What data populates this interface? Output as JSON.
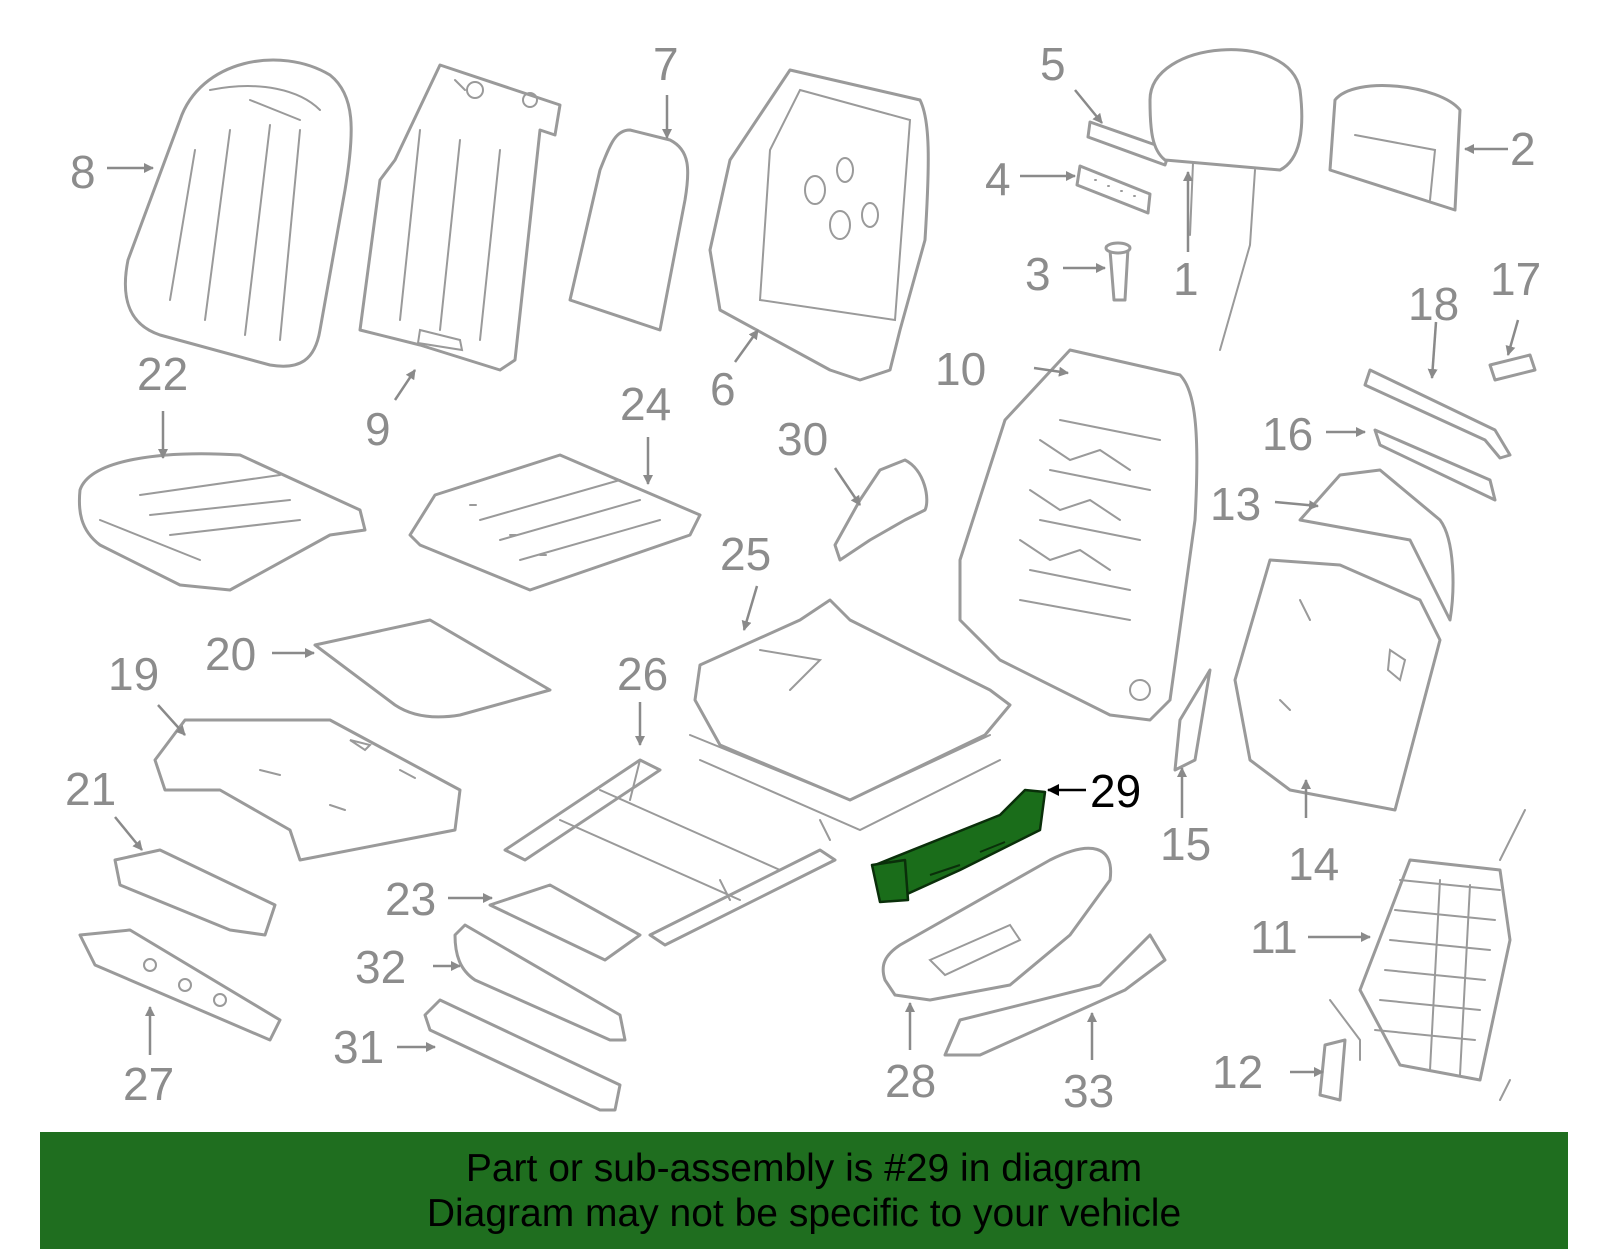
{
  "highlight": {
    "part_number": "29",
    "color": "#1f6e1f"
  },
  "callouts": [
    {
      "id": "1",
      "label": "1"
    },
    {
      "id": "2",
      "label": "2"
    },
    {
      "id": "3",
      "label": "3"
    },
    {
      "id": "4",
      "label": "4"
    },
    {
      "id": "5",
      "label": "5"
    },
    {
      "id": "6",
      "label": "6"
    },
    {
      "id": "7",
      "label": "7"
    },
    {
      "id": "8",
      "label": "8"
    },
    {
      "id": "9",
      "label": "9"
    },
    {
      "id": "10",
      "label": "10"
    },
    {
      "id": "11",
      "label": "11"
    },
    {
      "id": "12",
      "label": "12"
    },
    {
      "id": "13",
      "label": "13"
    },
    {
      "id": "14",
      "label": "14"
    },
    {
      "id": "15",
      "label": "15"
    },
    {
      "id": "16",
      "label": "16"
    },
    {
      "id": "17",
      "label": "17"
    },
    {
      "id": "18",
      "label": "18"
    },
    {
      "id": "19",
      "label": "19"
    },
    {
      "id": "20",
      "label": "20"
    },
    {
      "id": "21",
      "label": "21"
    },
    {
      "id": "22",
      "label": "22"
    },
    {
      "id": "23",
      "label": "23"
    },
    {
      "id": "24",
      "label": "24"
    },
    {
      "id": "25",
      "label": "25"
    },
    {
      "id": "26",
      "label": "26"
    },
    {
      "id": "27",
      "label": "27"
    },
    {
      "id": "28",
      "label": "28"
    },
    {
      "id": "29",
      "label": "29"
    },
    {
      "id": "30",
      "label": "30"
    },
    {
      "id": "31",
      "label": "31"
    },
    {
      "id": "32",
      "label": "32"
    },
    {
      "id": "33",
      "label": "33"
    }
  ],
  "banner": {
    "line1": "Part or sub-assembly is #29 in diagram",
    "line2": "Diagram may not be specific to your vehicle"
  }
}
